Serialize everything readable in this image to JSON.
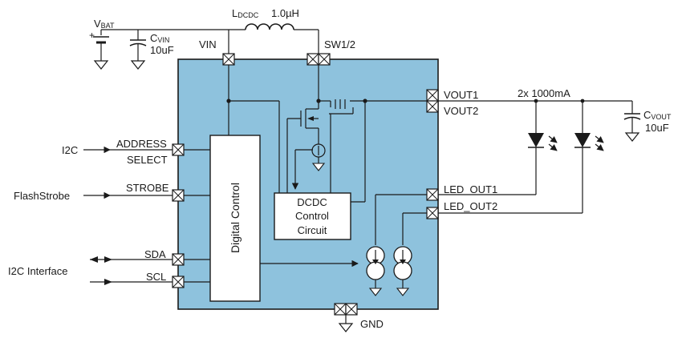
{
  "colors": {
    "chip_fill": "#8ec2dd",
    "chip_stroke": "#1a1a1a",
    "block_fill": "#ffffff",
    "wire": "#1a1a1a"
  },
  "components": {
    "battery": {
      "label": "V",
      "label_sub": "BAT"
    },
    "cvin": {
      "label": "C",
      "label_sub": "VIN",
      "value": "10uF"
    },
    "inductor": {
      "label": "L",
      "label_sub": "DCDC",
      "value": "1.0µH"
    },
    "cvout": {
      "label": "C",
      "label_sub": "VOUT",
      "value": "10uF"
    },
    "leds": {
      "label": "2x 1000mA"
    }
  },
  "pins": {
    "vin": "VIN",
    "sw": "SW1/2",
    "vout1": "VOUT1",
    "vout2": "VOUT2",
    "address": "ADDRESS",
    "select": "SELECT",
    "strobe": "STROBE",
    "sda": "SDA",
    "scl": "SCL",
    "led_out1": "LED_OUT1",
    "led_out2": "LED_OUT2",
    "gnd": "GND"
  },
  "signals": {
    "i2c": "I2C",
    "flash_strobe": "FlashStrobe",
    "i2c_interface": "I2C Interface"
  },
  "blocks": {
    "digital_control": "Digital Control",
    "dcdc_line1": "DCDC",
    "dcdc_line2": "Control",
    "dcdc_line3": "Circuit"
  }
}
